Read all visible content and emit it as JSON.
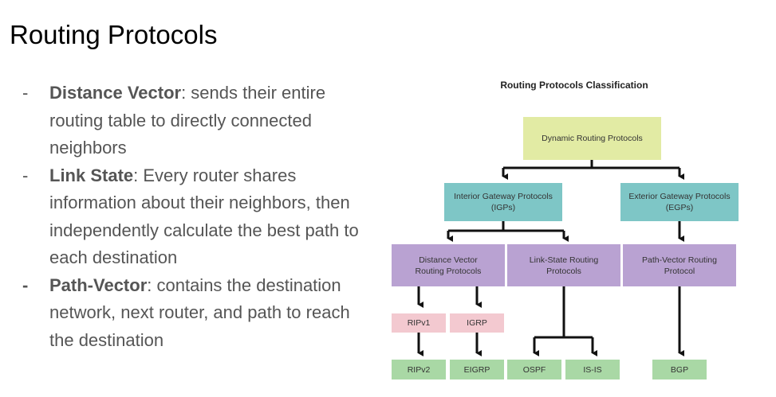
{
  "slide": {
    "title": "Routing Protocols"
  },
  "bullets": [
    {
      "dash": "-",
      "term": "Distance Vector",
      "text": ": sends their entire routing table to directly connected neighbors"
    },
    {
      "dash": "-",
      "term": "Link State",
      "text": ": Every router shares information about their neighbors, then independently calculate the best path to each destination"
    },
    {
      "dash": "-",
      "term": "Path-Vector",
      "text": ": contains the destination network, next router, and path to reach the destination"
    }
  ],
  "diagram": {
    "title": "Routing Protocols Classification",
    "nodes": {
      "dynamic": "Dynamic Routing Protocols",
      "igp": "Interior Gateway Protocols\n(IGPs)",
      "egp": "Exterior Gateway Protocols\n(EGPs)",
      "distance_vector": "Distance Vector\nRouting Protocols",
      "link_state": "Link-State Routing\nProtocols",
      "path_vector": "Path-Vector Routing\nProtocol",
      "ripv1": "RIPv1",
      "igrp": "IGRP",
      "ripv2": "RIPv2",
      "eigrp": "EIGRP",
      "ospf": "OSPF",
      "isis": "IS-IS",
      "bgp": "BGP"
    },
    "colors": {
      "root": "#e2eba4",
      "gateway": "#7ec6c6",
      "protocol_family": "#b9a2d2",
      "distance_vector_leaf": "#f3c9d0",
      "leaf": "#a9d8a5",
      "connector": "#111111"
    }
  }
}
